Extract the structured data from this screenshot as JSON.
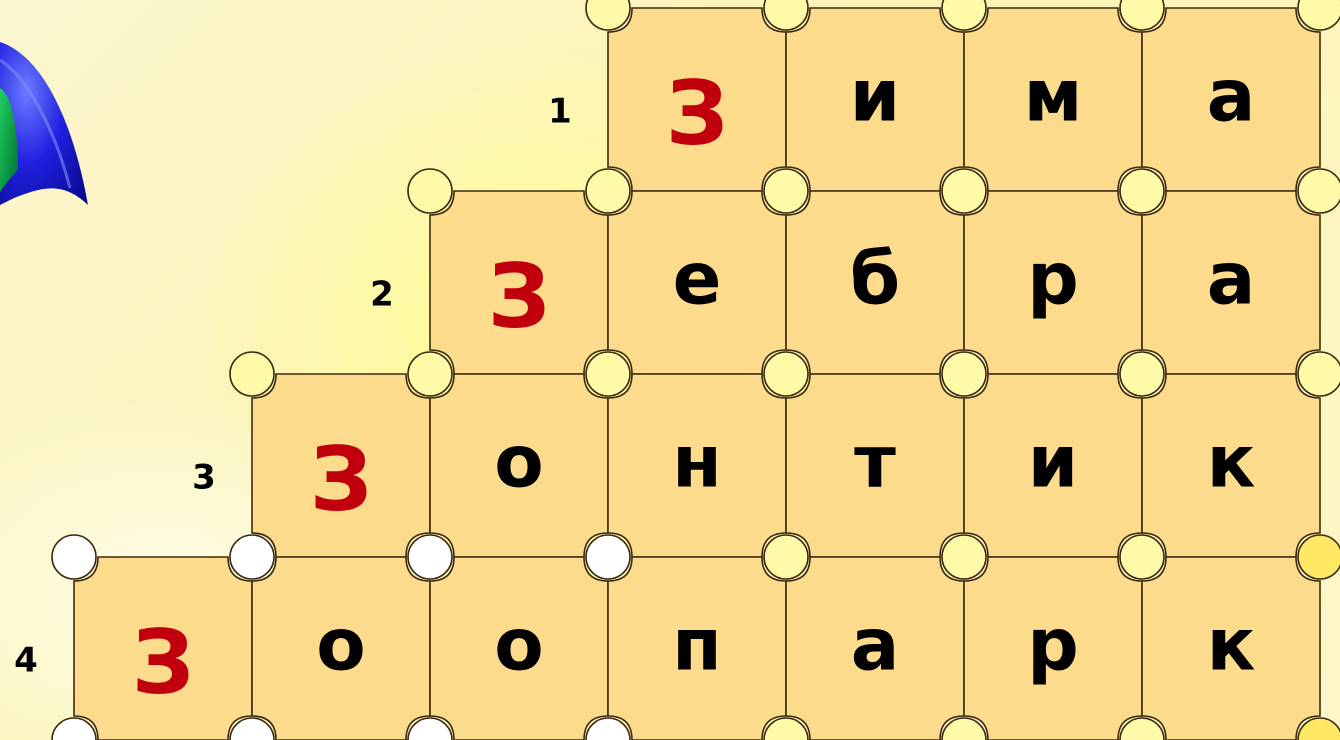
{
  "puzzle": {
    "rows": [
      {
        "number": "1",
        "letters": [
          "З",
          "и",
          "м",
          "а"
        ]
      },
      {
        "number": "2",
        "letters": [
          "З",
          "е",
          "б",
          "р",
          "а"
        ]
      },
      {
        "number": "3",
        "letters": [
          "З",
          "о",
          "н",
          "т",
          "и",
          "к"
        ]
      },
      {
        "number": "4",
        "letters": [
          "З",
          "о",
          "о",
          "п",
          "а",
          "р",
          "к"
        ]
      }
    ]
  },
  "colors": {
    "tile_fill": "#fddb8d",
    "tile_stroke": "#3c2a10",
    "knob_fill": "#fffaa8",
    "first_letter": "#c0000c",
    "letter": "#000000"
  },
  "icons": {
    "corner": "umbrella-icon"
  }
}
